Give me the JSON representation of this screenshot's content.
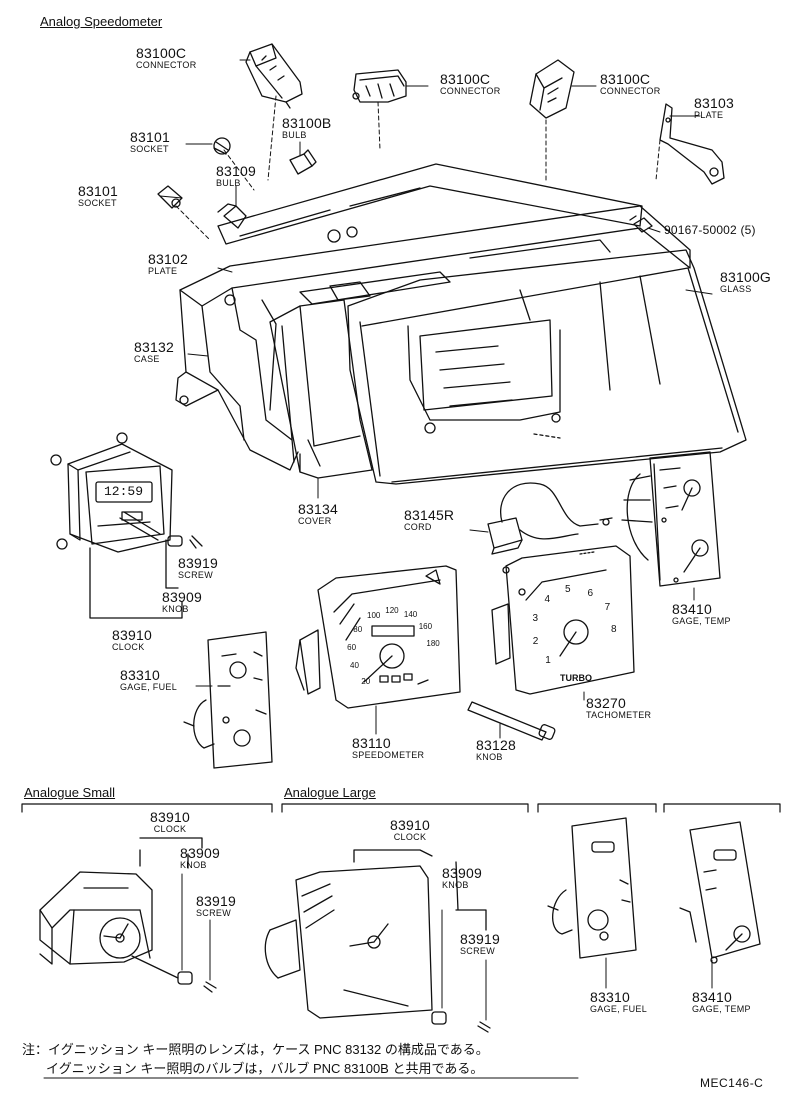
{
  "sections": {
    "analog_speedometer": "Analog Speedometer",
    "analogue_small": "Analogue Small",
    "analogue_large": "Analogue Large"
  },
  "parts": {
    "connector_left": {
      "pn": "83100C",
      "name": "CONNECTOR"
    },
    "connector_mid": {
      "pn": "83100C",
      "name": "CONNECTOR"
    },
    "connector_right": {
      "pn": "83100C",
      "name": "CONNECTOR"
    },
    "bulb_83100b": {
      "pn": "83100B",
      "name": "BULB"
    },
    "socket_1": {
      "pn": "83101",
      "name": "SOCKET"
    },
    "socket_2": {
      "pn": "83101",
      "name": "SOCKET"
    },
    "bulb_83109": {
      "pn": "83109",
      "name": "BULB"
    },
    "plate_83103": {
      "pn": "83103",
      "name": "PLATE"
    },
    "screw_90167": {
      "pn": "90167-50002 (5)"
    },
    "plate_83102": {
      "pn": "83102",
      "name": "PLATE"
    },
    "glass": {
      "pn": "83100G",
      "name": "GLASS"
    },
    "case": {
      "pn": "83132",
      "name": "CASE"
    },
    "cover": {
      "pn": "83134",
      "name": "COVER"
    },
    "cord": {
      "pn": "83145R",
      "name": "CORD"
    },
    "screw_top": {
      "pn": "83919",
      "name": "SCREW"
    },
    "knob_top": {
      "pn": "83909",
      "name": "KNOB"
    },
    "clock_top": {
      "pn": "83910",
      "name": "CLOCK"
    },
    "gage_temp_top": {
      "pn": "83410",
      "name": "GAGE, TEMP"
    },
    "gage_fuel_top": {
      "pn": "83310",
      "name": "GAGE, FUEL"
    },
    "speedometer": {
      "pn": "83110",
      "name": "SPEEDOMETER"
    },
    "knob_83128": {
      "pn": "83128",
      "name": "KNOB"
    },
    "tachometer": {
      "pn": "83270",
      "name": "TACHOMETER"
    },
    "small_clock": {
      "pn": "83910",
      "name": "CLOCK"
    },
    "small_knob": {
      "pn": "83909",
      "name": "KNOB"
    },
    "small_screw": {
      "pn": "83919",
      "name": "SCREW"
    },
    "large_clock": {
      "pn": "83910",
      "name": "CLOCK"
    },
    "large_knob": {
      "pn": "83909",
      "name": "KNOB"
    },
    "large_screw": {
      "pn": "83919",
      "name": "SCREW"
    },
    "bottom_fuel": {
      "pn": "83310",
      "name": "GAGE, FUEL"
    },
    "bottom_temp": {
      "pn": "83410",
      "name": "GAGE, TEMP"
    }
  },
  "clock_display": "12:59",
  "speedo_ticks": [
    "20",
    "40",
    "60",
    "80",
    "100",
    "120",
    "140",
    "160",
    "180"
  ],
  "tach_ticks": [
    "1",
    "2",
    "3",
    "4",
    "5",
    "6",
    "7",
    "8"
  ],
  "tach_brand": "TURBO",
  "notes": {
    "line1": "注：イグニッション キー照明のレンズは，ケース PNC 83132 の構成品である。",
    "line2": "イグニッション キー照明のバルブは，バルブ PNC 83100B と共用である。"
  },
  "diagram_code": "MEC146-C"
}
